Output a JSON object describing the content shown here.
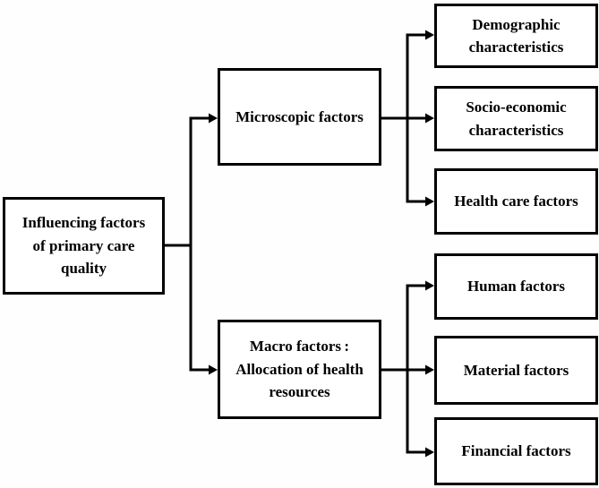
{
  "colors": {
    "line": "#000000",
    "box_border": "#000000",
    "box_fill": "#ffffff",
    "text": "#000000",
    "background": "#fefefe"
  },
  "nodes": {
    "root": {
      "lines": [
        "Influencing factors",
        "of primary care",
        "quality"
      ]
    },
    "microscopic": {
      "label": "Microscopic factors"
    },
    "macro": {
      "lines": [
        "Macro factors :",
        "Allocation of health",
        "resources"
      ]
    },
    "demographic": {
      "lines": [
        "Demographic",
        "characteristics"
      ]
    },
    "socioeconomic": {
      "lines": [
        "Socio-economic",
        "characteristics"
      ]
    },
    "healthcare": {
      "label": "Health care factors"
    },
    "human": {
      "label": "Human factors"
    },
    "material": {
      "label": "Material factors"
    },
    "financial": {
      "label": "Financial factors"
    }
  },
  "edges": [
    {
      "from": "root",
      "to": "microscopic"
    },
    {
      "from": "root",
      "to": "macro"
    },
    {
      "from": "microscopic",
      "to": "demographic"
    },
    {
      "from": "microscopic",
      "to": "socioeconomic"
    },
    {
      "from": "microscopic",
      "to": "healthcare"
    },
    {
      "from": "macro",
      "to": "human"
    },
    {
      "from": "macro",
      "to": "material"
    },
    {
      "from": "macro",
      "to": "financial"
    }
  ]
}
